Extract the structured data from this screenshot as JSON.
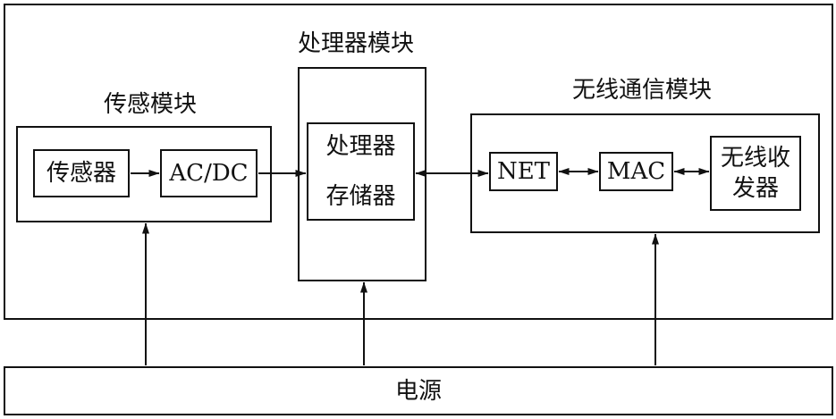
{
  "diagram": {
    "sensor_module": {
      "title": "传感模块",
      "sensor": "传感器",
      "adc": "AC/DC"
    },
    "processor_module": {
      "title": "处理器模块",
      "processor": "处理器",
      "storage": "存储器"
    },
    "wireless_module": {
      "title": "无线通信模块",
      "net": "NET",
      "mac": "MAC",
      "transceiver": "无线收\n发器"
    },
    "power": {
      "label": "电源"
    }
  }
}
